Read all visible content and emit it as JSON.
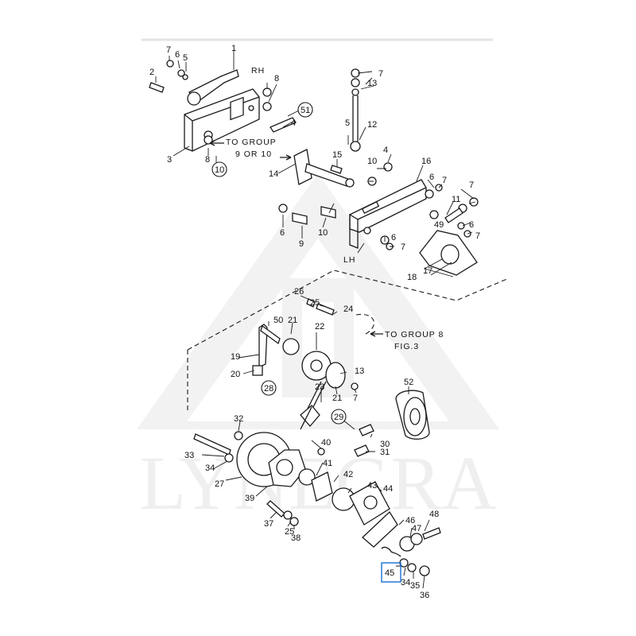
{
  "watermark": {
    "text": "LYNEGRA"
  },
  "side_labels": {
    "rh": "RH",
    "lh": "LH"
  },
  "references": {
    "group_9_10_line1": "TO GROUP",
    "group_9_10_line2": "9 OR 10",
    "group_8_line1": "TO GROUP 8",
    "group_8_line2": "FIG.3"
  },
  "highlighted_part": "45",
  "callouts": {
    "c1": "1",
    "c2": "2",
    "c3": "3",
    "c4": "4",
    "c5": "5",
    "c6": "6",
    "c7": "7",
    "c8": "8",
    "c8b": "8",
    "c10": "10",
    "c51": "51",
    "r7": "7",
    "r13": "13",
    "r5": "5",
    "r12": "12",
    "r15": "15",
    "r14": "14",
    "r4": "4",
    "r10": "10",
    "r16": "16",
    "r6": "6",
    "r7b": "7",
    "r7c": "7",
    "r11": "11",
    "r49": "49",
    "r6b": "6",
    "r7d": "7",
    "r6c": "6",
    "r7e": "7",
    "r6d": "6",
    "r9": "9",
    "r10b": "10",
    "r17": "17",
    "r18": "18",
    "l26": "26",
    "l25": "25",
    "l24": "24",
    "l50": "50",
    "l21": "21",
    "l22": "22",
    "l19": "19",
    "l20": "20",
    "l13": "13",
    "l7": "7",
    "l28": "28",
    "l23": "23",
    "l21b": "21",
    "l52": "52",
    "l32": "32",
    "l29": "29",
    "l30": "30",
    "l40": "40",
    "l31": "31",
    "l33": "33",
    "l34": "34",
    "l27": "27",
    "l41": "41",
    "l42": "42",
    "l43": "43",
    "l44": "44",
    "l39": "39",
    "l48": "48",
    "l46": "46",
    "l47": "47",
    "l37": "37",
    "l25b": "25",
    "l38": "38",
    "l45": "45",
    "l34b": "34",
    "l35": "35",
    "l36": "36"
  }
}
